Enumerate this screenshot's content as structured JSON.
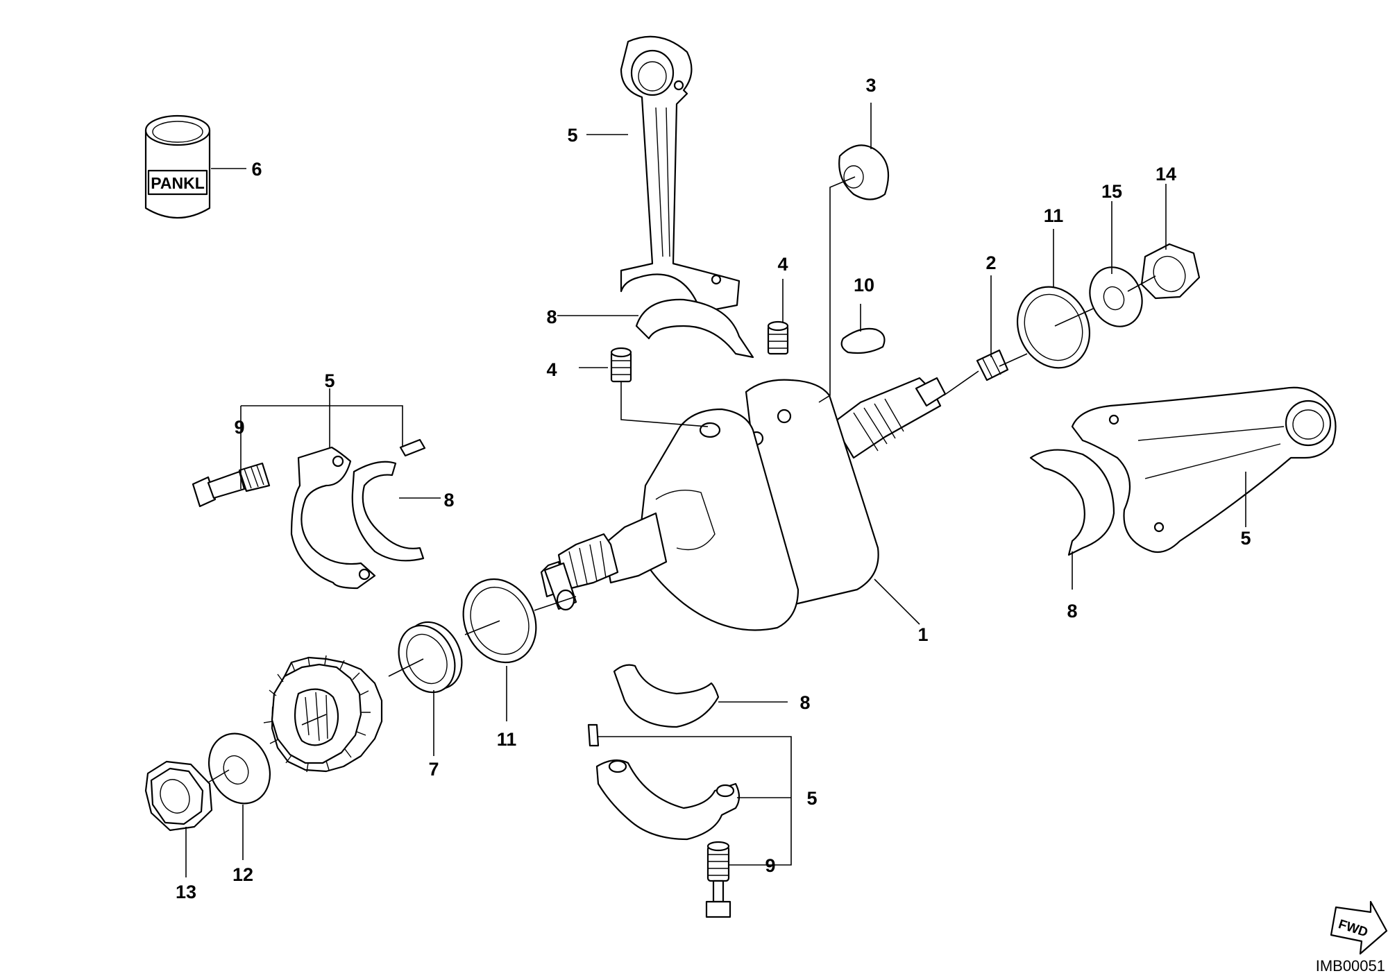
{
  "callouts": {
    "c1": "1",
    "c2": "2",
    "c3": "3",
    "c4a": "4",
    "c4b": "4",
    "c5a": "5",
    "c5b": "5",
    "c5c": "5",
    "c5d": "5",
    "c6": "6",
    "c7": "7",
    "c8a": "8",
    "c8b": "8",
    "c8c": "8",
    "c8d": "8",
    "c9a": "9",
    "c9b": "9",
    "c10": "10",
    "c11a": "11",
    "c11b": "11",
    "c12": "12",
    "c13": "13",
    "c14": "14",
    "c15": "15"
  },
  "bushing_label": "PANKL",
  "fwd_label": "FWD",
  "image_code": "IMB00051"
}
